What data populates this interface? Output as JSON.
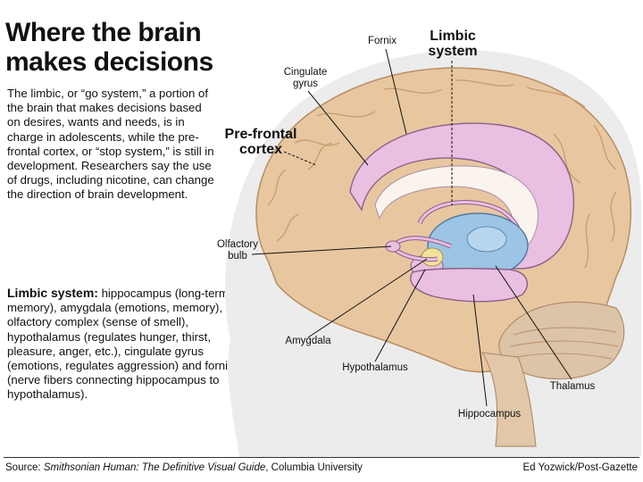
{
  "title": {
    "line1": "Where the brain",
    "line2": "makes decisions"
  },
  "intro": "The limbic, or “go system,” a portion of the brain that makes decisions based on desires, wants and needs, is in charge in adolescents, while the pre-frontal cortex, or “stop system,” is still in development. Researchers say the use of drugs, including nicotine, can change the direction of brain development.",
  "limbic_desc": {
    "heading": "Limbic system:",
    "text": " hippocampus (long-term memory), amygdala (emotions, memory), olfactory complex (sense of smell), hypothalamus (regulates hunger, thirst, pleasure, anger, etc.), cingulate gyrus (emotions, regulates aggression) and fornix (nerve fibers connecting hippocampus to hypothalamus)."
  },
  "labels": {
    "limbic_system_1": "Limbic",
    "limbic_system_2": "system",
    "fornix": "Fornix",
    "cingulate_1": "Cingulate",
    "cingulate_2": "gyrus",
    "prefrontal_1": "Pre-frontal",
    "prefrontal_2": "cortex",
    "olfactory_1": "Olfactory",
    "olfactory_2": "bulb",
    "amygdala": "Amygdala",
    "hypothalamus": "Hypothalamus",
    "hippocampus": "Hippocampus",
    "thalamus": "Thalamus"
  },
  "footer": {
    "source_prefix": "Source: ",
    "source_title": "Smithsonian Human: The Definitive Visual Guide",
    "source_suffix": ", Columbia University",
    "credit": "Ed Yozwick/Post-Gazette"
  },
  "colors": {
    "brain": "#e8c7a0",
    "brain_edge": "#b88e63",
    "limbic": "#e9bfe2",
    "limbic_edge": "#8e5f88",
    "thalamus": "#9cc4e4",
    "amygdala": "#f2e29a",
    "head": "#ececec"
  }
}
